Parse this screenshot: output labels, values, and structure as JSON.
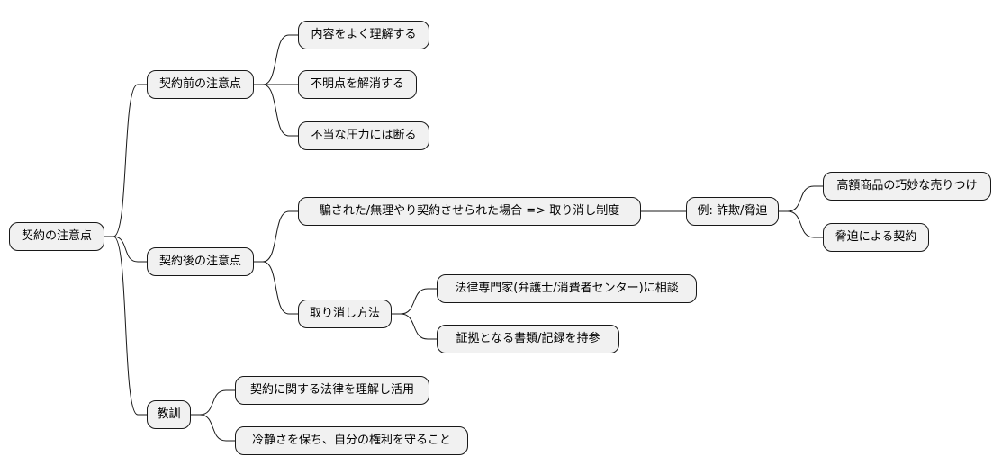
{
  "mindmap": {
    "root": {
      "label": "契約の注意点"
    },
    "before": {
      "label": "契約前の注意点",
      "items": [
        "内容をよく理解する",
        "不明点を解消する",
        "不当な圧力には断る"
      ]
    },
    "after": {
      "label": "契約後の注意点",
      "cancel_system": "騙された/無理やり契約させられた場合 => 取り消し制度",
      "example": "例: 詐欺/脅迫",
      "example_items": [
        "高額商品の巧妙な売りつけ",
        "脅迫による契約"
      ],
      "cancel_method": "取り消し方法",
      "method_items": [
        "法律専門家(弁護士/消費者センター)に相談",
        "証拠となる書類/記録を持参"
      ]
    },
    "lesson": {
      "label": "教訓",
      "items": [
        "契約に関する法律を理解し活用",
        "冷静さを保ち、自分の権利を守ること"
      ]
    }
  }
}
